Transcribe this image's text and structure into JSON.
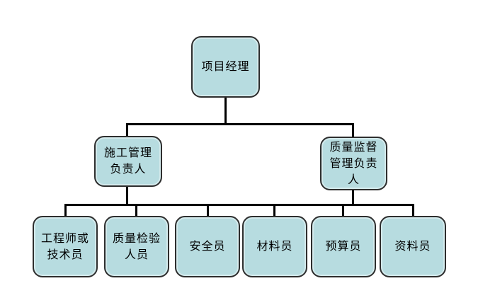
{
  "diagram": {
    "type": "org-chart",
    "background_color": "#ffffff",
    "node_fill_color": "#b7dce0",
    "node_border_color": "#2e2e2e",
    "connector_color": "#000000",
    "nodes": {
      "root": {
        "id": "project-manager",
        "label": "项目经理"
      },
      "level2": [
        {
          "id": "construction-management-lead",
          "label": "施工管理\n负责人"
        },
        {
          "id": "quality-supervision-lead",
          "label": "质量监督\n管理负责\n人"
        }
      ],
      "level3": [
        {
          "id": "engineer-or-technician",
          "label": "工程师或\n技术员"
        },
        {
          "id": "quality-inspection-staff",
          "label": "质量检验\n人员"
        },
        {
          "id": "safety-officer",
          "label": "安全员"
        },
        {
          "id": "material-officer",
          "label": "材料员"
        },
        {
          "id": "budget-officer",
          "label": "预算员"
        },
        {
          "id": "document-officer",
          "label": "资料员"
        }
      ]
    },
    "structure": {
      "root_children": [
        "construction-management-lead",
        "quality-supervision-lead"
      ],
      "shared_rail_parents": [
        "construction-management-lead",
        "quality-supervision-lead"
      ],
      "shared_rail_children": [
        "engineer-or-technician",
        "quality-inspection-staff",
        "safety-officer",
        "material-officer",
        "budget-officer",
        "document-officer"
      ]
    }
  }
}
